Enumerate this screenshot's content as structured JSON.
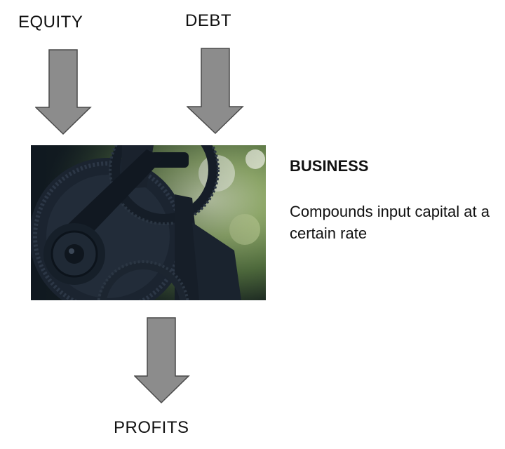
{
  "inputs": {
    "equity_label": "EQUITY",
    "debt_label": "DEBT"
  },
  "output": {
    "profits_label": "PROFITS"
  },
  "business": {
    "title": "BUSINESS",
    "description": "Compounds input capital at a certain rate"
  },
  "colors": {
    "arrow_fill": "#8c8c8c",
    "arrow_stroke": "#4a4a4a",
    "text": "#111111"
  },
  "icons": {
    "photo": "gear-machine-photo",
    "arrow": "down-arrow-icon"
  }
}
